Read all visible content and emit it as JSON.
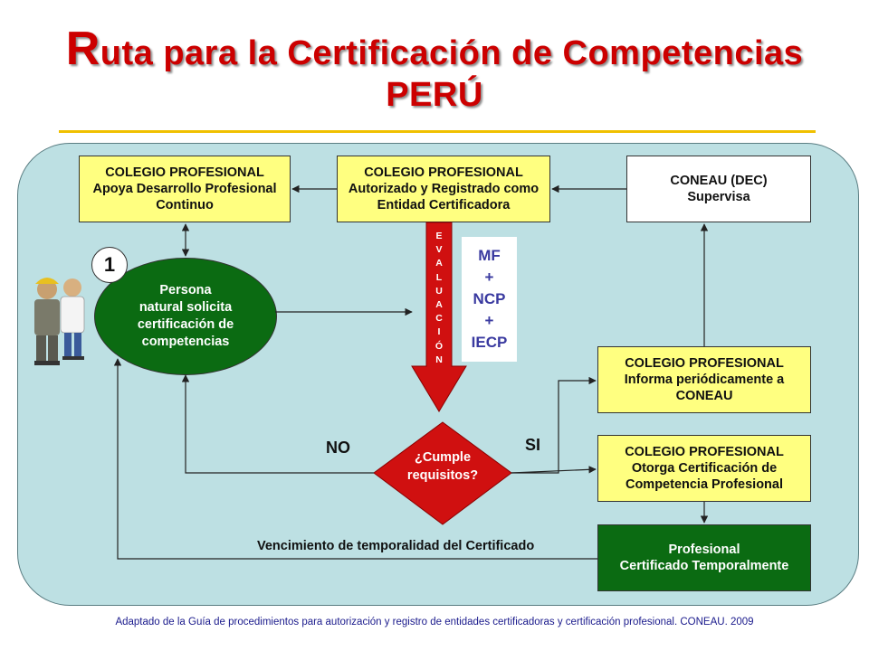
{
  "title": {
    "initial": "R",
    "rest": "uta para la Certificación de Competencias",
    "line2": "PERÚ"
  },
  "nodes": {
    "colegio_apoya": [
      "COLEGIO PROFESIONAL",
      "Apoya Desarrollo Profesional",
      "Continuo"
    ],
    "colegio_autorizado": [
      "COLEGIO PROFESIONAL",
      "Autorizado y Registrado como",
      "Entidad Certificadora"
    ],
    "coneau": [
      "CONEAU (DEC)",
      "Supervisa"
    ],
    "persona": [
      "Persona",
      "natural solicita",
      "certificación de",
      "competencias"
    ],
    "step_number": "1",
    "evaluacion_letters": [
      "E",
      "V",
      "A",
      "L",
      "U",
      "A",
      "C",
      "I",
      "Ó",
      "N"
    ],
    "mf": [
      "MF",
      "+",
      "NCP",
      "+",
      "IECP"
    ],
    "colegio_informa": [
      "COLEGIO PROFESIONAL",
      "Informa periódicamente a",
      "CONEAU"
    ],
    "colegio_otorga": [
      "COLEGIO PROFESIONAL",
      "Otorga Certificación de",
      "Competencia Profesional"
    ],
    "cumple": [
      "¿Cumple",
      "requisitos?"
    ],
    "profesional": [
      "Profesional",
      "Certificado Temporalmente"
    ]
  },
  "labels": {
    "no": "NO",
    "si": "SI",
    "vencimiento": "Vencimiento de temporalidad del Certificado"
  },
  "footer": "Adaptado de la Guía de procedimientos para autorización y registro de entidades certificadoras y certificación profesional. CONEAU. 2009",
  "colors": {
    "title_red": "#cc0000",
    "panel_bg": "#bde0e3",
    "box_yellow": "#ffff80",
    "node_green": "#0b6b12",
    "eval_red": "#d01010",
    "accent_gold": "#f0c000",
    "mf_blue": "#3a3aa0"
  }
}
